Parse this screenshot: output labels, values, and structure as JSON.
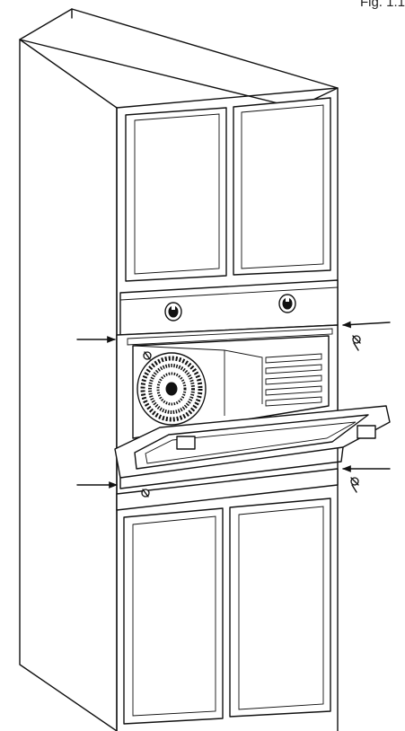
{
  "figure": {
    "label": "Fig. 1.1",
    "components": {
      "cabinet": "tall-cabinet",
      "upper_doors": 2,
      "lower_doors": 2,
      "oven_knobs": 2,
      "oven_shelves": 5,
      "screws": 4,
      "arrows": 4
    },
    "icons": {
      "screw": "screw-icon",
      "arrow": "arrow-icon",
      "knob": "knob-icon",
      "fan": "fan-icon"
    },
    "colors": {
      "line": "#111111",
      "background": "#ffffff"
    }
  }
}
